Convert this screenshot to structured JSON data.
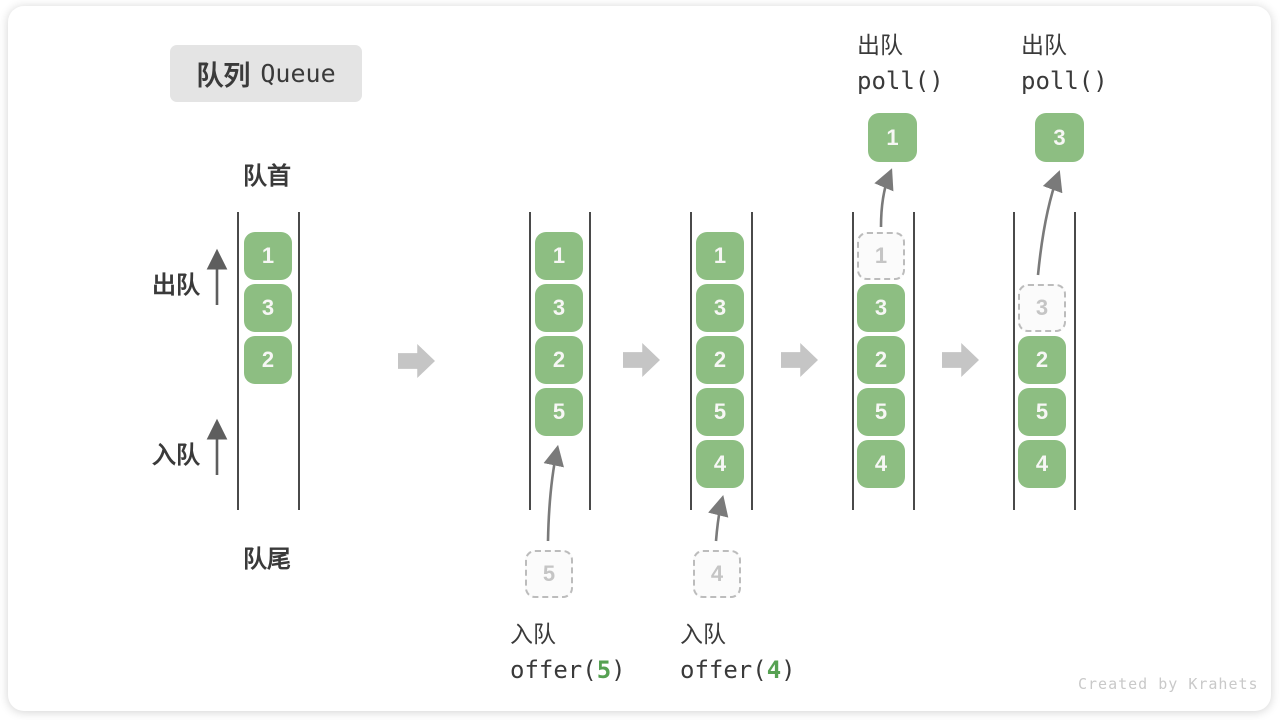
{
  "title": {
    "zh": "队列",
    "en": "Queue"
  },
  "side_labels": {
    "front": "队首",
    "rear": "队尾",
    "dequeue": "出队",
    "enqueue": "入队"
  },
  "columns": [
    {
      "cells": [
        "1",
        "3",
        "2"
      ]
    },
    {
      "cells": [
        "1",
        "3",
        "2",
        "5"
      ],
      "pending": "5"
    },
    {
      "cells": [
        "1",
        "3",
        "2",
        "5",
        "4"
      ],
      "pending": "4"
    },
    {
      "ghost": "1",
      "cells": [
        "3",
        "2",
        "5",
        "4"
      ],
      "popped": "1"
    },
    {
      "ghost": "3",
      "cells": [
        "2",
        "5",
        "4"
      ],
      "popped": "3"
    }
  ],
  "operations": {
    "enqueue5": {
      "action": "入队",
      "code_prefix": "offer(",
      "arg": "5",
      "code_suffix": ")"
    },
    "enqueue4": {
      "action": "入队",
      "code_prefix": "offer(",
      "arg": "4",
      "code_suffix": ")"
    },
    "dequeue1": {
      "action": "出队",
      "code": "poll()"
    },
    "dequeue2": {
      "action": "出队",
      "code": "poll()"
    }
  },
  "footer": "Created by Krahets",
  "colors": {
    "item_green": "#8dbe82",
    "arg_green": "#56a152",
    "flow_arrow_gray": "#c5c5c5"
  }
}
